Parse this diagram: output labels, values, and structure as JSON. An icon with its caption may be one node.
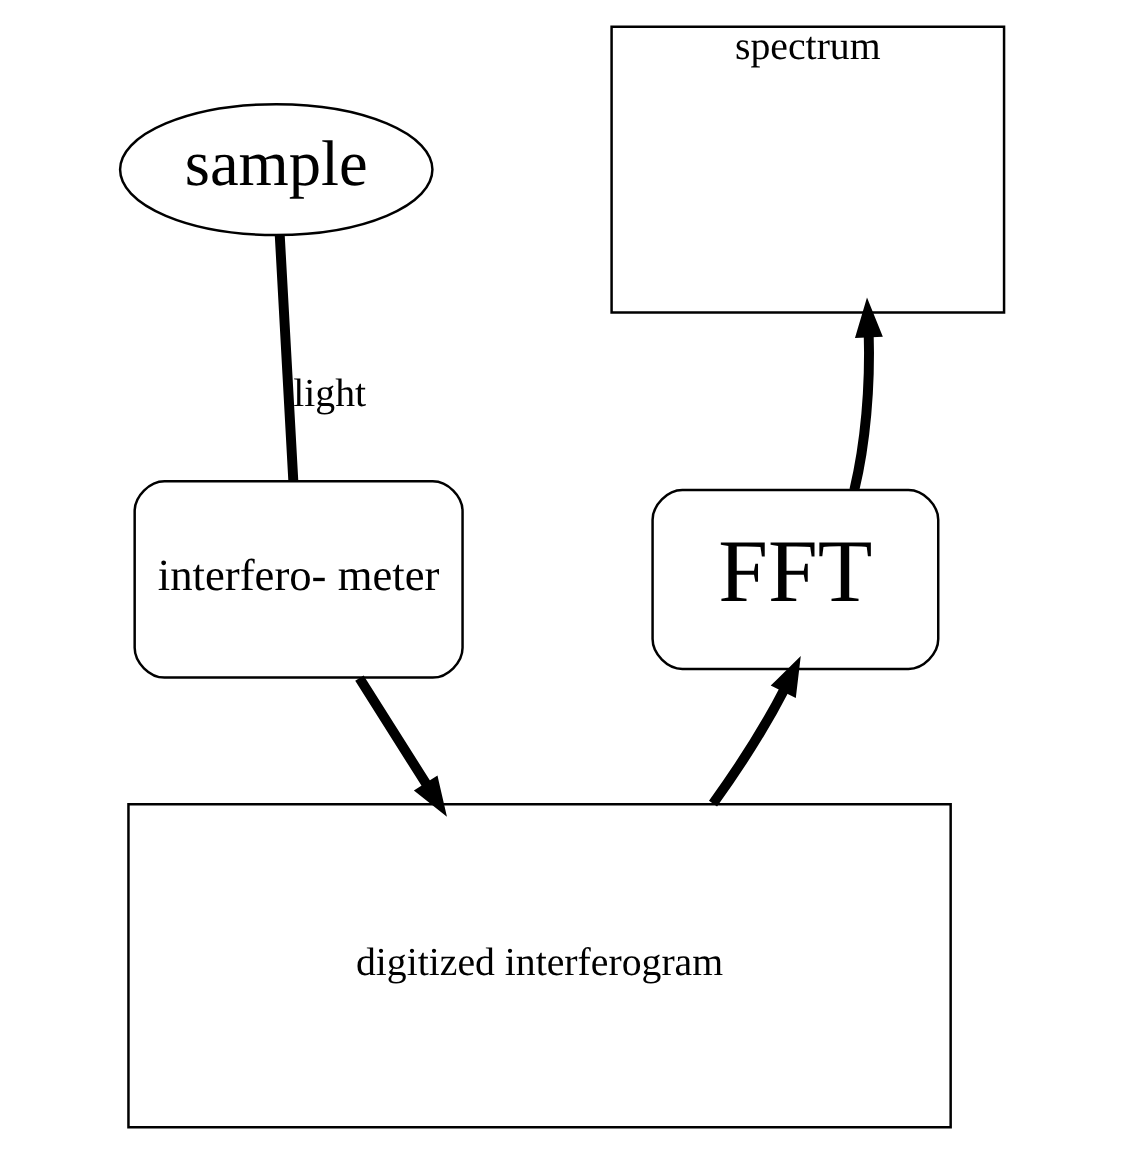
{
  "diagram": {
    "nodes": [
      {
        "text": [
          "sample"
        ]
      },
      {
        "text": [
          "interfero- meter"
        ]
      },
      {
        "text": [
          "spectrum"
        ]
      },
      {
        "text": [
          "FFT"
        ]
      },
      {
        "text": [
          "digitized interferogram"
        ]
      }
    ],
    "edges": [
      {
        "from": 0,
        "to": 1,
        "arrow": "none",
        "label": "light"
      },
      {
        "from": 1,
        "to": 4,
        "arrow": "to"
      },
      {
        "from": 4,
        "to": 3,
        "arrow": "to"
      },
      {
        "from": 3,
        "to": 2,
        "arrow": "to"
      }
    ]
  }
}
